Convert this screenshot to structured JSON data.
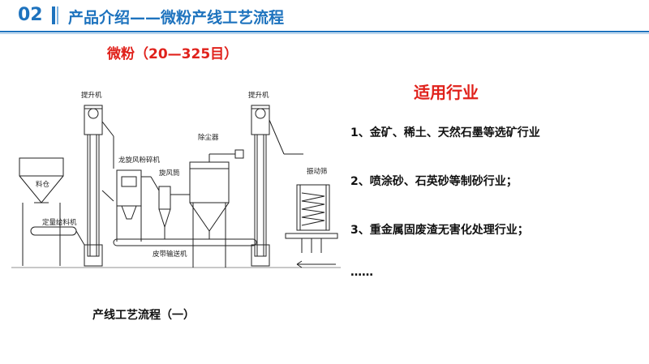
{
  "header": {
    "section_number": "02",
    "title": "产品介绍——微粉产线工艺流程"
  },
  "subtitle": "微粉（20—325目）",
  "diagram": {
    "labels": {
      "elevator_left": "提升机",
      "elevator_right": "提升机",
      "crusher": "龙旋风粉碎机",
      "cyclone": "旋风筒",
      "dust_collector": "除尘器",
      "silo": "料仓",
      "feeder": "定量给料机",
      "conveyor": "皮带输送机",
      "screen": "振动筛"
    }
  },
  "caption": "产线工艺流程（一）",
  "industries": {
    "title": "适用行业",
    "items": [
      "1、金矿、稀土、天然石墨等选矿行业",
      "2、喷涂砂、石英砂等制砂行业；",
      "3、重金属固废渣无害化处理行业；",
      "……"
    ]
  }
}
